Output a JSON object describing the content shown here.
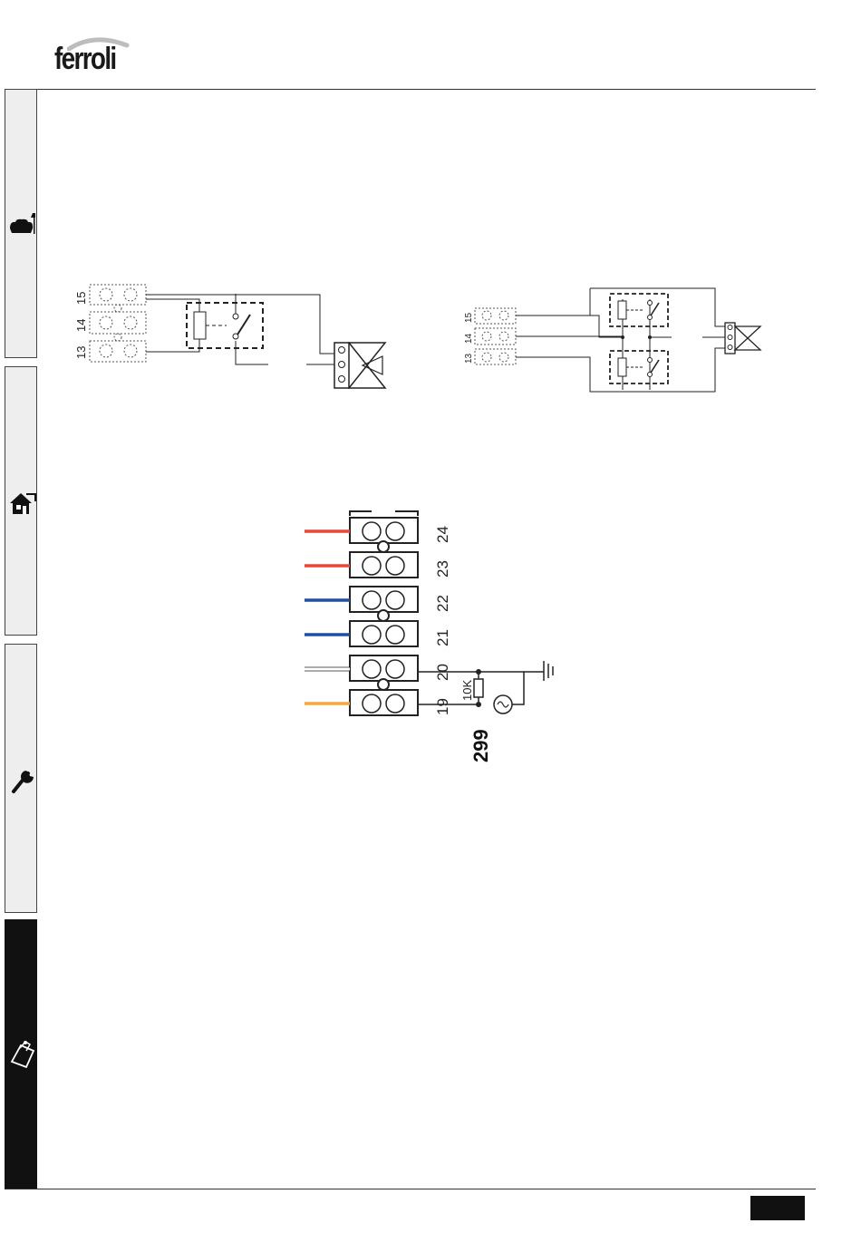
{
  "header": {
    "logo": "ferroli"
  },
  "side_tabs": [
    {
      "icon": "user-armchair-icon",
      "active": false
    },
    {
      "icon": "installer-house-icon",
      "active": false
    },
    {
      "icon": "service-wrench-icon",
      "active": false
    },
    {
      "icon": "technical-clipboard-icon",
      "active": true
    }
  ],
  "diagram_a": {
    "terminals": [
      "15",
      "14",
      "13"
    ]
  },
  "diagram_b": {
    "terminals": [
      "15",
      "14",
      "13"
    ]
  },
  "diagram_c": {
    "terminals": [
      "24",
      "23",
      "22",
      "21",
      "20",
      "19"
    ],
    "wire_colors": [
      "#e8473a",
      "#e8473a",
      "#1f4fa0",
      "#1f4fa0",
      "#ffffff",
      "#f4a93a"
    ],
    "resistor_label": "10K",
    "part_number": "299"
  }
}
